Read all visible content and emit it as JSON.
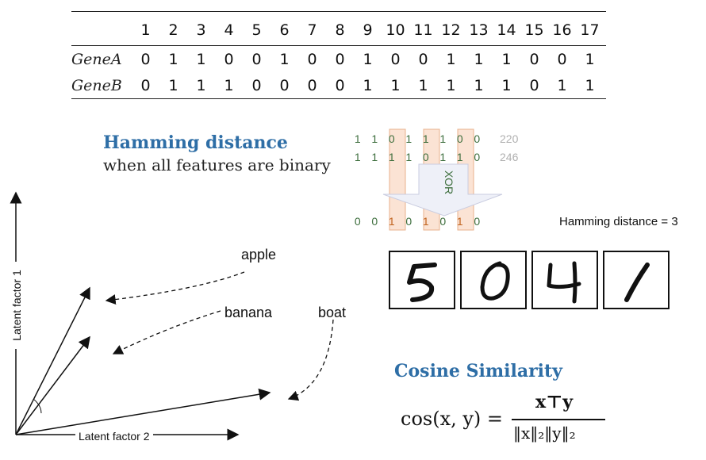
{
  "gene_table": {
    "columns": [
      "1",
      "2",
      "3",
      "4",
      "5",
      "6",
      "7",
      "8",
      "9",
      "10",
      "11",
      "12",
      "13",
      "14",
      "15",
      "16",
      "17"
    ],
    "rows": [
      {
        "label": "GeneA",
        "values": [
          "0",
          "1",
          "1",
          "0",
          "0",
          "1",
          "0",
          "0",
          "1",
          "0",
          "0",
          "1",
          "1",
          "1",
          "0",
          "0",
          "1"
        ]
      },
      {
        "label": "GeneB",
        "values": [
          "0",
          "1",
          "1",
          "1",
          "0",
          "0",
          "0",
          "0",
          "1",
          "1",
          "1",
          "1",
          "1",
          "1",
          "0",
          "1",
          "1"
        ]
      }
    ]
  },
  "hamming": {
    "title": "Hamming distance",
    "subtitle": "when all features are binary",
    "row1": [
      "1",
      "1",
      "0",
      "1",
      "1",
      "1",
      "0",
      "0"
    ],
    "row1_value": "220",
    "row2": [
      "1",
      "1",
      "1",
      "1",
      "0",
      "1",
      "1",
      "0"
    ],
    "row2_value": "246",
    "xor_label": "XOR",
    "result_row": [
      "0",
      "0",
      "1",
      "0",
      "1",
      "0",
      "1",
      "0"
    ],
    "result_text": "Hamming distance = 3",
    "highlight_color": "#c0621c",
    "bit_color": "#3d6e3d"
  },
  "digits": [
    "5",
    "0",
    "4",
    "1"
  ],
  "cosine": {
    "title": "Cosine Similarity",
    "formula_lhs": "cos(x, y) =",
    "numerator": "x⊤y",
    "denominator": "‖x‖₂‖y‖₂"
  },
  "vector_plot": {
    "y_axis_label": "Latent factor 1",
    "x_axis_label": "Latent factor 2",
    "labels": [
      "apple",
      "banana",
      "boat"
    ]
  },
  "colors": {
    "title_blue": "#2e6ea6",
    "box_fill": "#fbe3d4",
    "arrow_fill": "#eef0f8"
  }
}
